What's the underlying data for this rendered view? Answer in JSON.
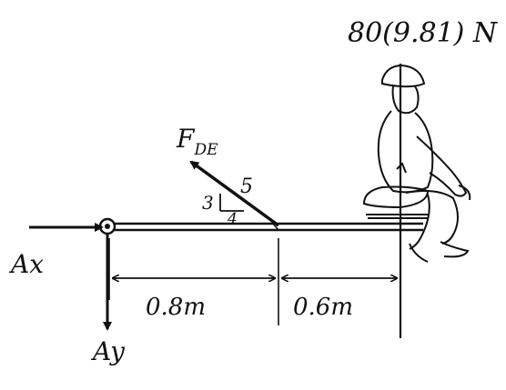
{
  "labels": {
    "weight": "80(9.81) N",
    "force": "F",
    "force_sub": "DE",
    "slope_rise": "3",
    "slope_run": "4",
    "slope_hyp": "5",
    "ax": "Ax",
    "ay": "Ay",
    "dim_left": "0.8m",
    "dim_right": "0.6m"
  },
  "colors": {
    "ink": "#111111"
  }
}
